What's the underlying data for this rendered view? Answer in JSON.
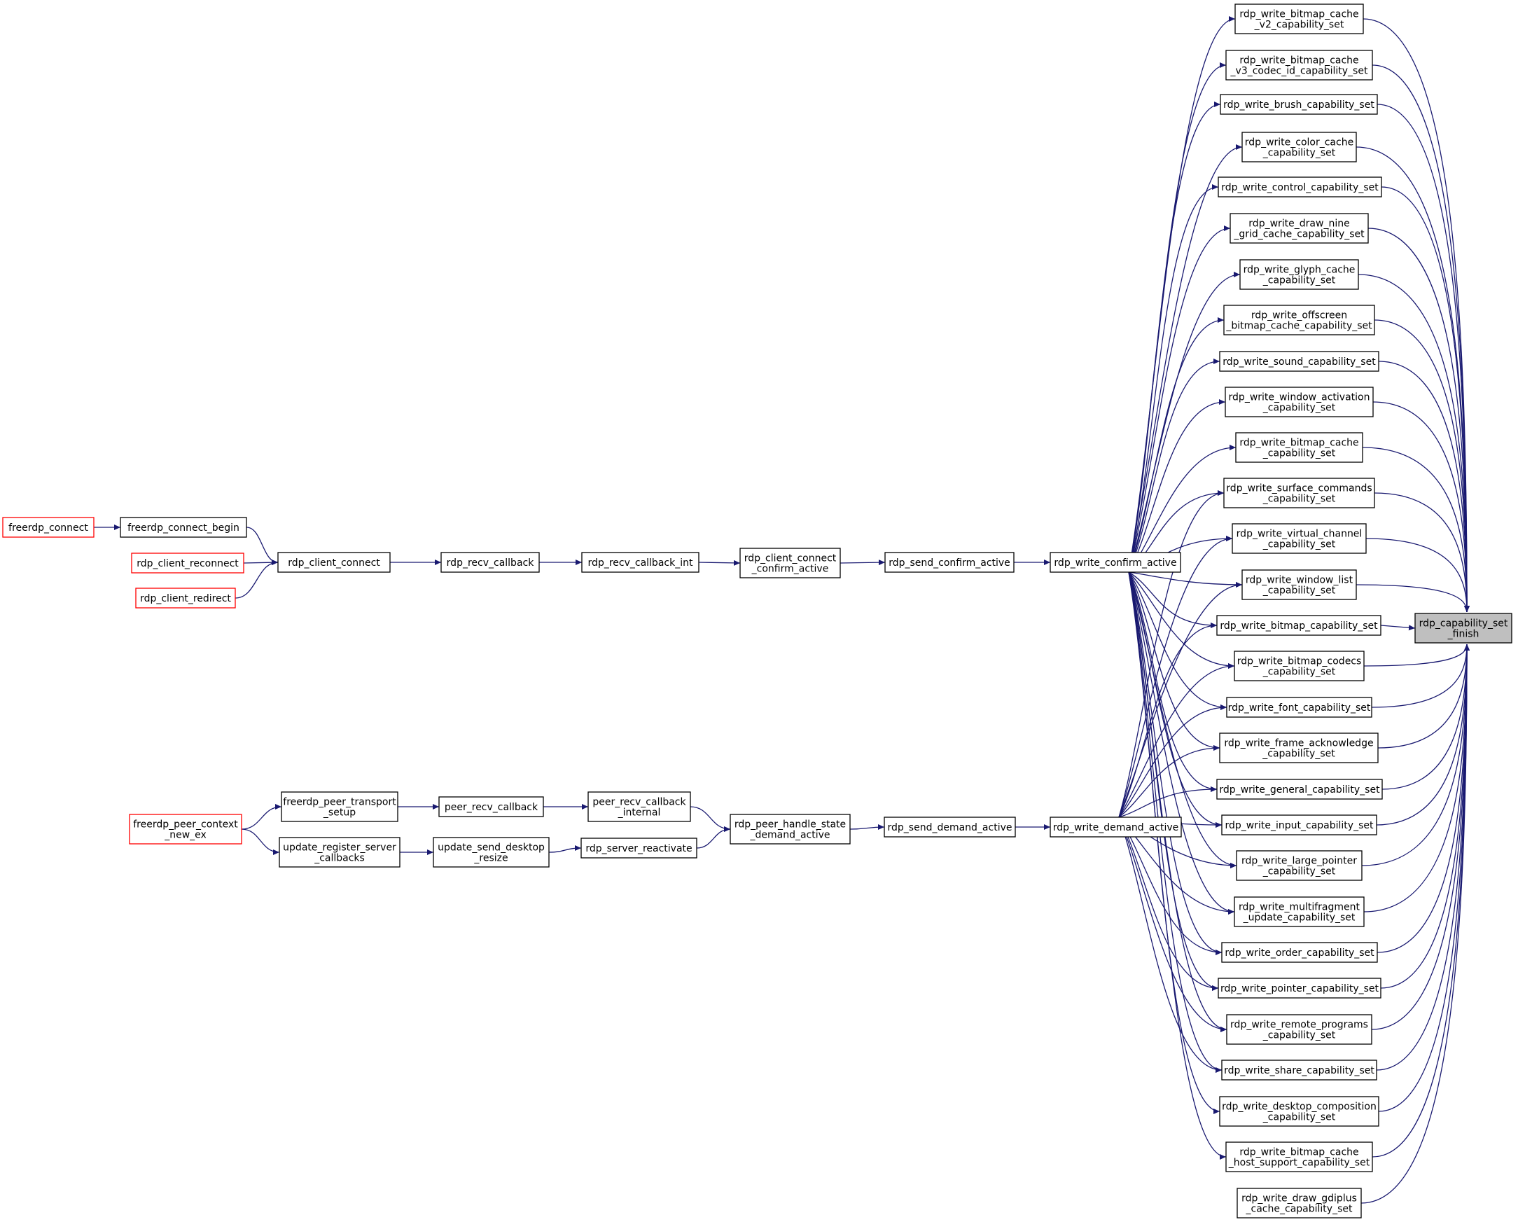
{
  "colors": {
    "edge": "#191970",
    "node_border": "#000000",
    "truncated_border": "#ff0000",
    "target_fill": "#bfbfbf",
    "node_fill": "#ffffff"
  },
  "target": {
    "id": "rdp_capability_set_finish",
    "lines": [
      "rdp_capability_set",
      "_finish"
    ]
  },
  "caller_chain_top": [
    {
      "id": "freerdp_connect",
      "lines": [
        "freerdp_connect"
      ],
      "truncated": true
    },
    {
      "id": "freerdp_connect_begin",
      "lines": [
        "freerdp_connect_begin"
      ]
    },
    {
      "id": "rdp_client_reconnect",
      "lines": [
        "rdp_client_reconnect"
      ],
      "truncated": true
    },
    {
      "id": "rdp_client_redirect",
      "lines": [
        "rdp_client_redirect"
      ],
      "truncated": true
    },
    {
      "id": "rdp_client_connect",
      "lines": [
        "rdp_client_connect"
      ]
    },
    {
      "id": "rdp_recv_callback",
      "lines": [
        "rdp_recv_callback"
      ]
    },
    {
      "id": "rdp_recv_callback_int",
      "lines": [
        "rdp_recv_callback_int"
      ]
    },
    {
      "id": "rdp_client_connect_confirm_active",
      "lines": [
        "rdp_client_connect",
        "_confirm_active"
      ]
    },
    {
      "id": "rdp_send_confirm_active",
      "lines": [
        "rdp_send_confirm_active"
      ]
    },
    {
      "id": "rdp_write_confirm_active",
      "lines": [
        "rdp_write_confirm_active"
      ]
    }
  ],
  "caller_chain_bottom": [
    {
      "id": "freerdp_peer_context_new_ex",
      "lines": [
        "freerdp_peer_context",
        "_new_ex"
      ],
      "truncated": true
    },
    {
      "id": "freerdp_peer_transport_setup",
      "lines": [
        "freerdp_peer_transport",
        "_setup"
      ]
    },
    {
      "id": "update_register_server_callbacks",
      "lines": [
        "update_register_server",
        "_callbacks"
      ]
    },
    {
      "id": "peer_recv_callback",
      "lines": [
        "peer_recv_callback"
      ]
    },
    {
      "id": "update_send_desktop_resize",
      "lines": [
        "update_send_desktop",
        "_resize"
      ]
    },
    {
      "id": "peer_recv_callback_internal",
      "lines": [
        "peer_recv_callback",
        "_internal"
      ]
    },
    {
      "id": "rdp_server_reactivate",
      "lines": [
        "rdp_server_reactivate"
      ]
    },
    {
      "id": "rdp_peer_handle_state_demand_active",
      "lines": [
        "rdp_peer_handle_state",
        "_demand_active"
      ]
    },
    {
      "id": "rdp_send_demand_active",
      "lines": [
        "rdp_send_demand_active"
      ]
    },
    {
      "id": "rdp_write_demand_active",
      "lines": [
        "rdp_write_demand_active"
      ]
    }
  ],
  "capability_writers": [
    {
      "id": "bitmap_cache_v2",
      "lines": [
        "rdp_write_bitmap_cache",
        "_v2_capability_set"
      ]
    },
    {
      "id": "bitmap_cache_v3_codec_id",
      "lines": [
        "rdp_write_bitmap_cache",
        "_v3_codec_id_capability_set"
      ]
    },
    {
      "id": "brush",
      "lines": [
        "rdp_write_brush_capability_set"
      ]
    },
    {
      "id": "color_cache",
      "lines": [
        "rdp_write_color_cache",
        "_capability_set"
      ]
    },
    {
      "id": "control",
      "lines": [
        "rdp_write_control_capability_set"
      ]
    },
    {
      "id": "draw_nine_grid_cache",
      "lines": [
        "rdp_write_draw_nine",
        "_grid_cache_capability_set"
      ]
    },
    {
      "id": "glyph_cache",
      "lines": [
        "rdp_write_glyph_cache",
        "_capability_set"
      ]
    },
    {
      "id": "offscreen_bitmap_cache",
      "lines": [
        "rdp_write_offscreen",
        "_bitmap_cache_capability_set"
      ]
    },
    {
      "id": "sound",
      "lines": [
        "rdp_write_sound_capability_set"
      ]
    },
    {
      "id": "window_activation",
      "lines": [
        "rdp_write_window_activation",
        "_capability_set"
      ]
    },
    {
      "id": "bitmap_cache",
      "lines": [
        "rdp_write_bitmap_cache",
        "_capability_set"
      ]
    },
    {
      "id": "surface_commands",
      "lines": [
        "rdp_write_surface_commands",
        "_capability_set"
      ]
    },
    {
      "id": "virtual_channel",
      "lines": [
        "rdp_write_virtual_channel",
        "_capability_set"
      ]
    },
    {
      "id": "window_list",
      "lines": [
        "rdp_write_window_list",
        "_capability_set"
      ]
    },
    {
      "id": "bitmap",
      "lines": [
        "rdp_write_bitmap_capability_set"
      ]
    },
    {
      "id": "bitmap_codecs",
      "lines": [
        "rdp_write_bitmap_codecs",
        "_capability_set"
      ]
    },
    {
      "id": "font",
      "lines": [
        "rdp_write_font_capability_set"
      ]
    },
    {
      "id": "frame_acknowledge",
      "lines": [
        "rdp_write_frame_acknowledge",
        "_capability_set"
      ]
    },
    {
      "id": "general",
      "lines": [
        "rdp_write_general_capability_set"
      ]
    },
    {
      "id": "input",
      "lines": [
        "rdp_write_input_capability_set"
      ]
    },
    {
      "id": "large_pointer",
      "lines": [
        "rdp_write_large_pointer",
        "_capability_set"
      ]
    },
    {
      "id": "multifragment_update",
      "lines": [
        "rdp_write_multifragment",
        "_update_capability_set"
      ]
    },
    {
      "id": "order",
      "lines": [
        "rdp_write_order_capability_set"
      ]
    },
    {
      "id": "pointer",
      "lines": [
        "rdp_write_pointer_capability_set"
      ]
    },
    {
      "id": "remote_programs",
      "lines": [
        "rdp_write_remote_programs",
        "_capability_set"
      ]
    },
    {
      "id": "share",
      "lines": [
        "rdp_write_share_capability_set"
      ]
    },
    {
      "id": "desktop_composition",
      "lines": [
        "rdp_write_desktop_composition",
        "_capability_set"
      ]
    },
    {
      "id": "bitmap_cache_host_support",
      "lines": [
        "rdp_write_bitmap_cache",
        "_host_support_capability_set"
      ]
    },
    {
      "id": "draw_gdiplus_cache",
      "lines": [
        "rdp_write_draw_gdiplus",
        "_cache_capability_set"
      ]
    }
  ],
  "edges": [
    [
      "freerdp_connect",
      "freerdp_connect_begin"
    ],
    [
      "freerdp_connect_begin",
      "rdp_client_connect"
    ],
    [
      "rdp_client_reconnect",
      "rdp_client_connect"
    ],
    [
      "rdp_client_redirect",
      "rdp_client_connect"
    ],
    [
      "rdp_client_connect",
      "rdp_recv_callback"
    ],
    [
      "rdp_recv_callback",
      "rdp_recv_callback_int"
    ],
    [
      "rdp_recv_callback_int",
      "rdp_client_connect_confirm_active"
    ],
    [
      "rdp_client_connect_confirm_active",
      "rdp_send_confirm_active"
    ],
    [
      "rdp_send_confirm_active",
      "rdp_write_confirm_active"
    ],
    [
      "freerdp_peer_context_new_ex",
      "freerdp_peer_transport_setup"
    ],
    [
      "freerdp_peer_context_new_ex",
      "update_register_server_callbacks"
    ],
    [
      "freerdp_peer_transport_setup",
      "peer_recv_callback"
    ],
    [
      "update_register_server_callbacks",
      "update_send_desktop_resize"
    ],
    [
      "peer_recv_callback",
      "peer_recv_callback_internal"
    ],
    [
      "update_send_desktop_resize",
      "rdp_server_reactivate"
    ],
    [
      "peer_recv_callback_internal",
      "rdp_peer_handle_state_demand_active"
    ],
    [
      "rdp_server_reactivate",
      "rdp_peer_handle_state_demand_active"
    ],
    [
      "rdp_peer_handle_state_demand_active",
      "rdp_send_demand_active"
    ],
    [
      "rdp_send_demand_active",
      "rdp_write_demand_active"
    ]
  ],
  "confirm_active_callees": [
    "bitmap_cache_v2",
    "bitmap_cache_v3_codec_id",
    "brush",
    "color_cache",
    "control",
    "draw_nine_grid_cache",
    "glyph_cache",
    "offscreen_bitmap_cache",
    "sound",
    "window_activation",
    "bitmap_cache",
    "surface_commands",
    "virtual_channel",
    "window_list",
    "bitmap",
    "bitmap_codecs",
    "font",
    "frame_acknowledge",
    "general",
    "input",
    "large_pointer",
    "multifragment_update",
    "order",
    "pointer",
    "remote_programs",
    "share",
    "desktop_composition",
    "bitmap_cache_host_support"
  ],
  "demand_active_callees": [
    "surface_commands",
    "virtual_channel",
    "window_list",
    "bitmap",
    "bitmap_codecs",
    "font",
    "frame_acknowledge",
    "general",
    "input",
    "large_pointer",
    "multifragment_update",
    "order",
    "pointer",
    "remote_programs",
    "share"
  ]
}
